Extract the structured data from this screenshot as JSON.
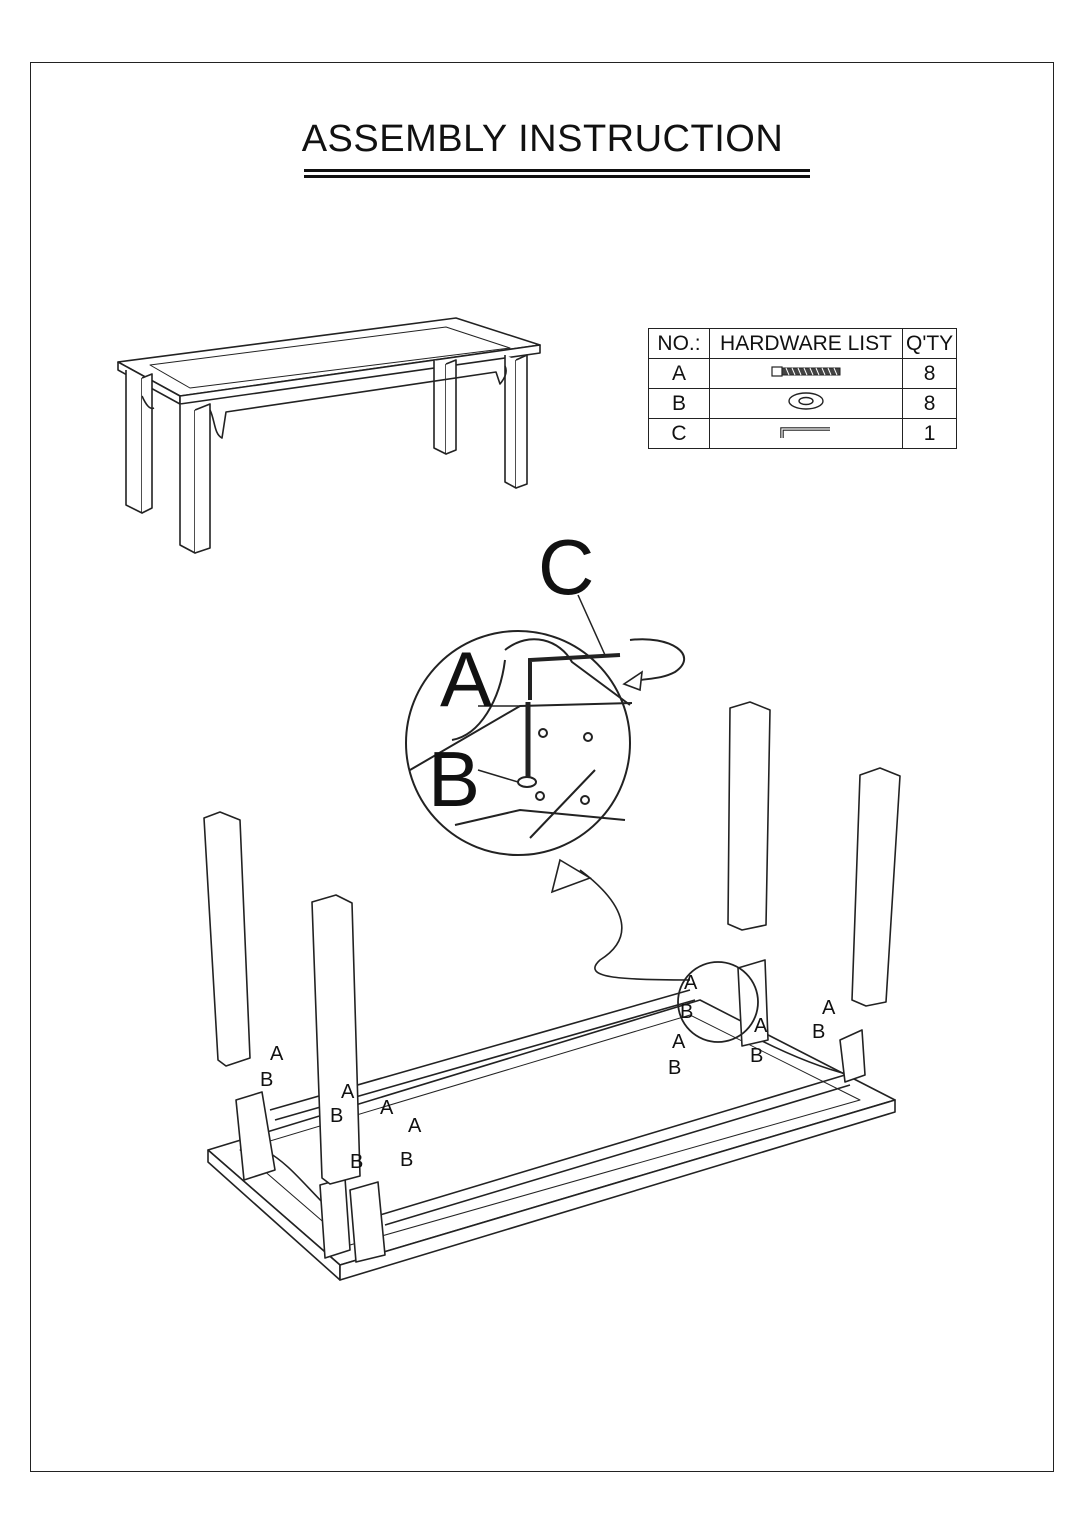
{
  "title": "ASSEMBLY INSTRUCTION",
  "hardware_table": {
    "headers": [
      "NO.:",
      "HARDWARE LIST",
      "Q'TY"
    ],
    "rows": [
      {
        "no": "A",
        "part": "bolt",
        "qty": "8"
      },
      {
        "no": "B",
        "part": "washer",
        "qty": "8"
      },
      {
        "no": "C",
        "part": "allen-key",
        "qty": "1"
      }
    ]
  },
  "callouts": {
    "detail_a": "A",
    "detail_b": "B",
    "detail_c": "C",
    "part_a": "A",
    "part_b": "B"
  }
}
